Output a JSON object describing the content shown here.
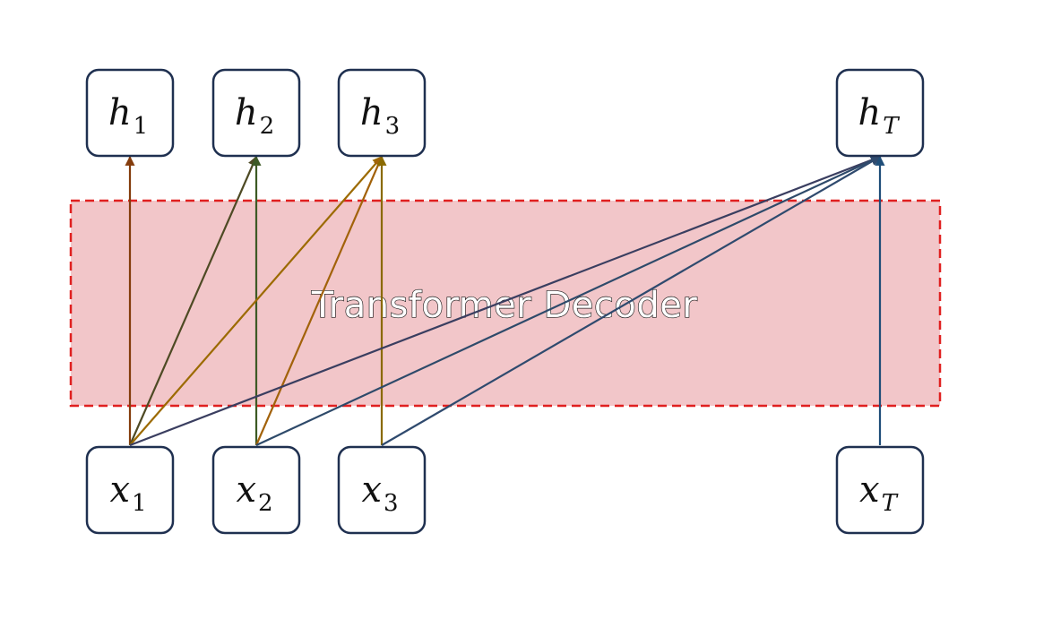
{
  "decoder": {
    "label": "Transformer Decoder",
    "fill": "#f2c6c9",
    "border": "#e02020"
  },
  "node_border": "#1f3050",
  "outputs": [
    {
      "id": "h1",
      "base": "h",
      "sub": "1"
    },
    {
      "id": "h2",
      "base": "h",
      "sub": "2"
    },
    {
      "id": "h3",
      "base": "h",
      "sub": "3"
    },
    {
      "id": "hT",
      "base": "h",
      "sub": "T"
    }
  ],
  "inputs": [
    {
      "id": "x1",
      "base": "x",
      "sub": "1"
    },
    {
      "id": "x2",
      "base": "x",
      "sub": "2"
    },
    {
      "id": "x3",
      "base": "x",
      "sub": "3"
    },
    {
      "id": "xT",
      "base": "x",
      "sub": "T"
    }
  ],
  "connections": [
    {
      "from": "x1",
      "to": "h1",
      "color": "#843c0c"
    },
    {
      "from": "x1",
      "to": "h2",
      "color": "#4e4a24"
    },
    {
      "from": "x2",
      "to": "h2",
      "color": "#3d5a25"
    },
    {
      "from": "x1",
      "to": "h3",
      "color": "#9c6a00"
    },
    {
      "from": "x2",
      "to": "h3",
      "color": "#a2620a"
    },
    {
      "from": "x3",
      "to": "h3",
      "color": "#8a6a00"
    },
    {
      "from": "x1",
      "to": "hT",
      "color": "#3a3e60"
    },
    {
      "from": "x2",
      "to": "hT",
      "color": "#2e4a6a"
    },
    {
      "from": "x3",
      "to": "hT",
      "color": "#2f4a6e"
    },
    {
      "from": "xT",
      "to": "hT",
      "color": "#1f4e79"
    }
  ]
}
